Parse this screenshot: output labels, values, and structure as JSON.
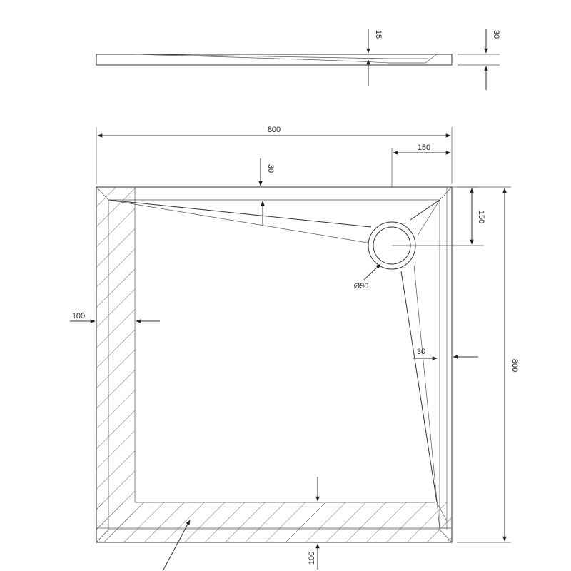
{
  "drawing": {
    "dimensions": {
      "width": "800",
      "length": "800",
      "drain_offset_x": "150",
      "drain_offset_y": "150",
      "drain_diameter": "Ø90",
      "slope_top": "30",
      "slope_right": "30",
      "border_left": "100",
      "border_bottom": "100",
      "profile_step": "15",
      "profile_height": "30"
    },
    "colors": {
      "line": "#333333",
      "background": "#ffffff"
    }
  }
}
